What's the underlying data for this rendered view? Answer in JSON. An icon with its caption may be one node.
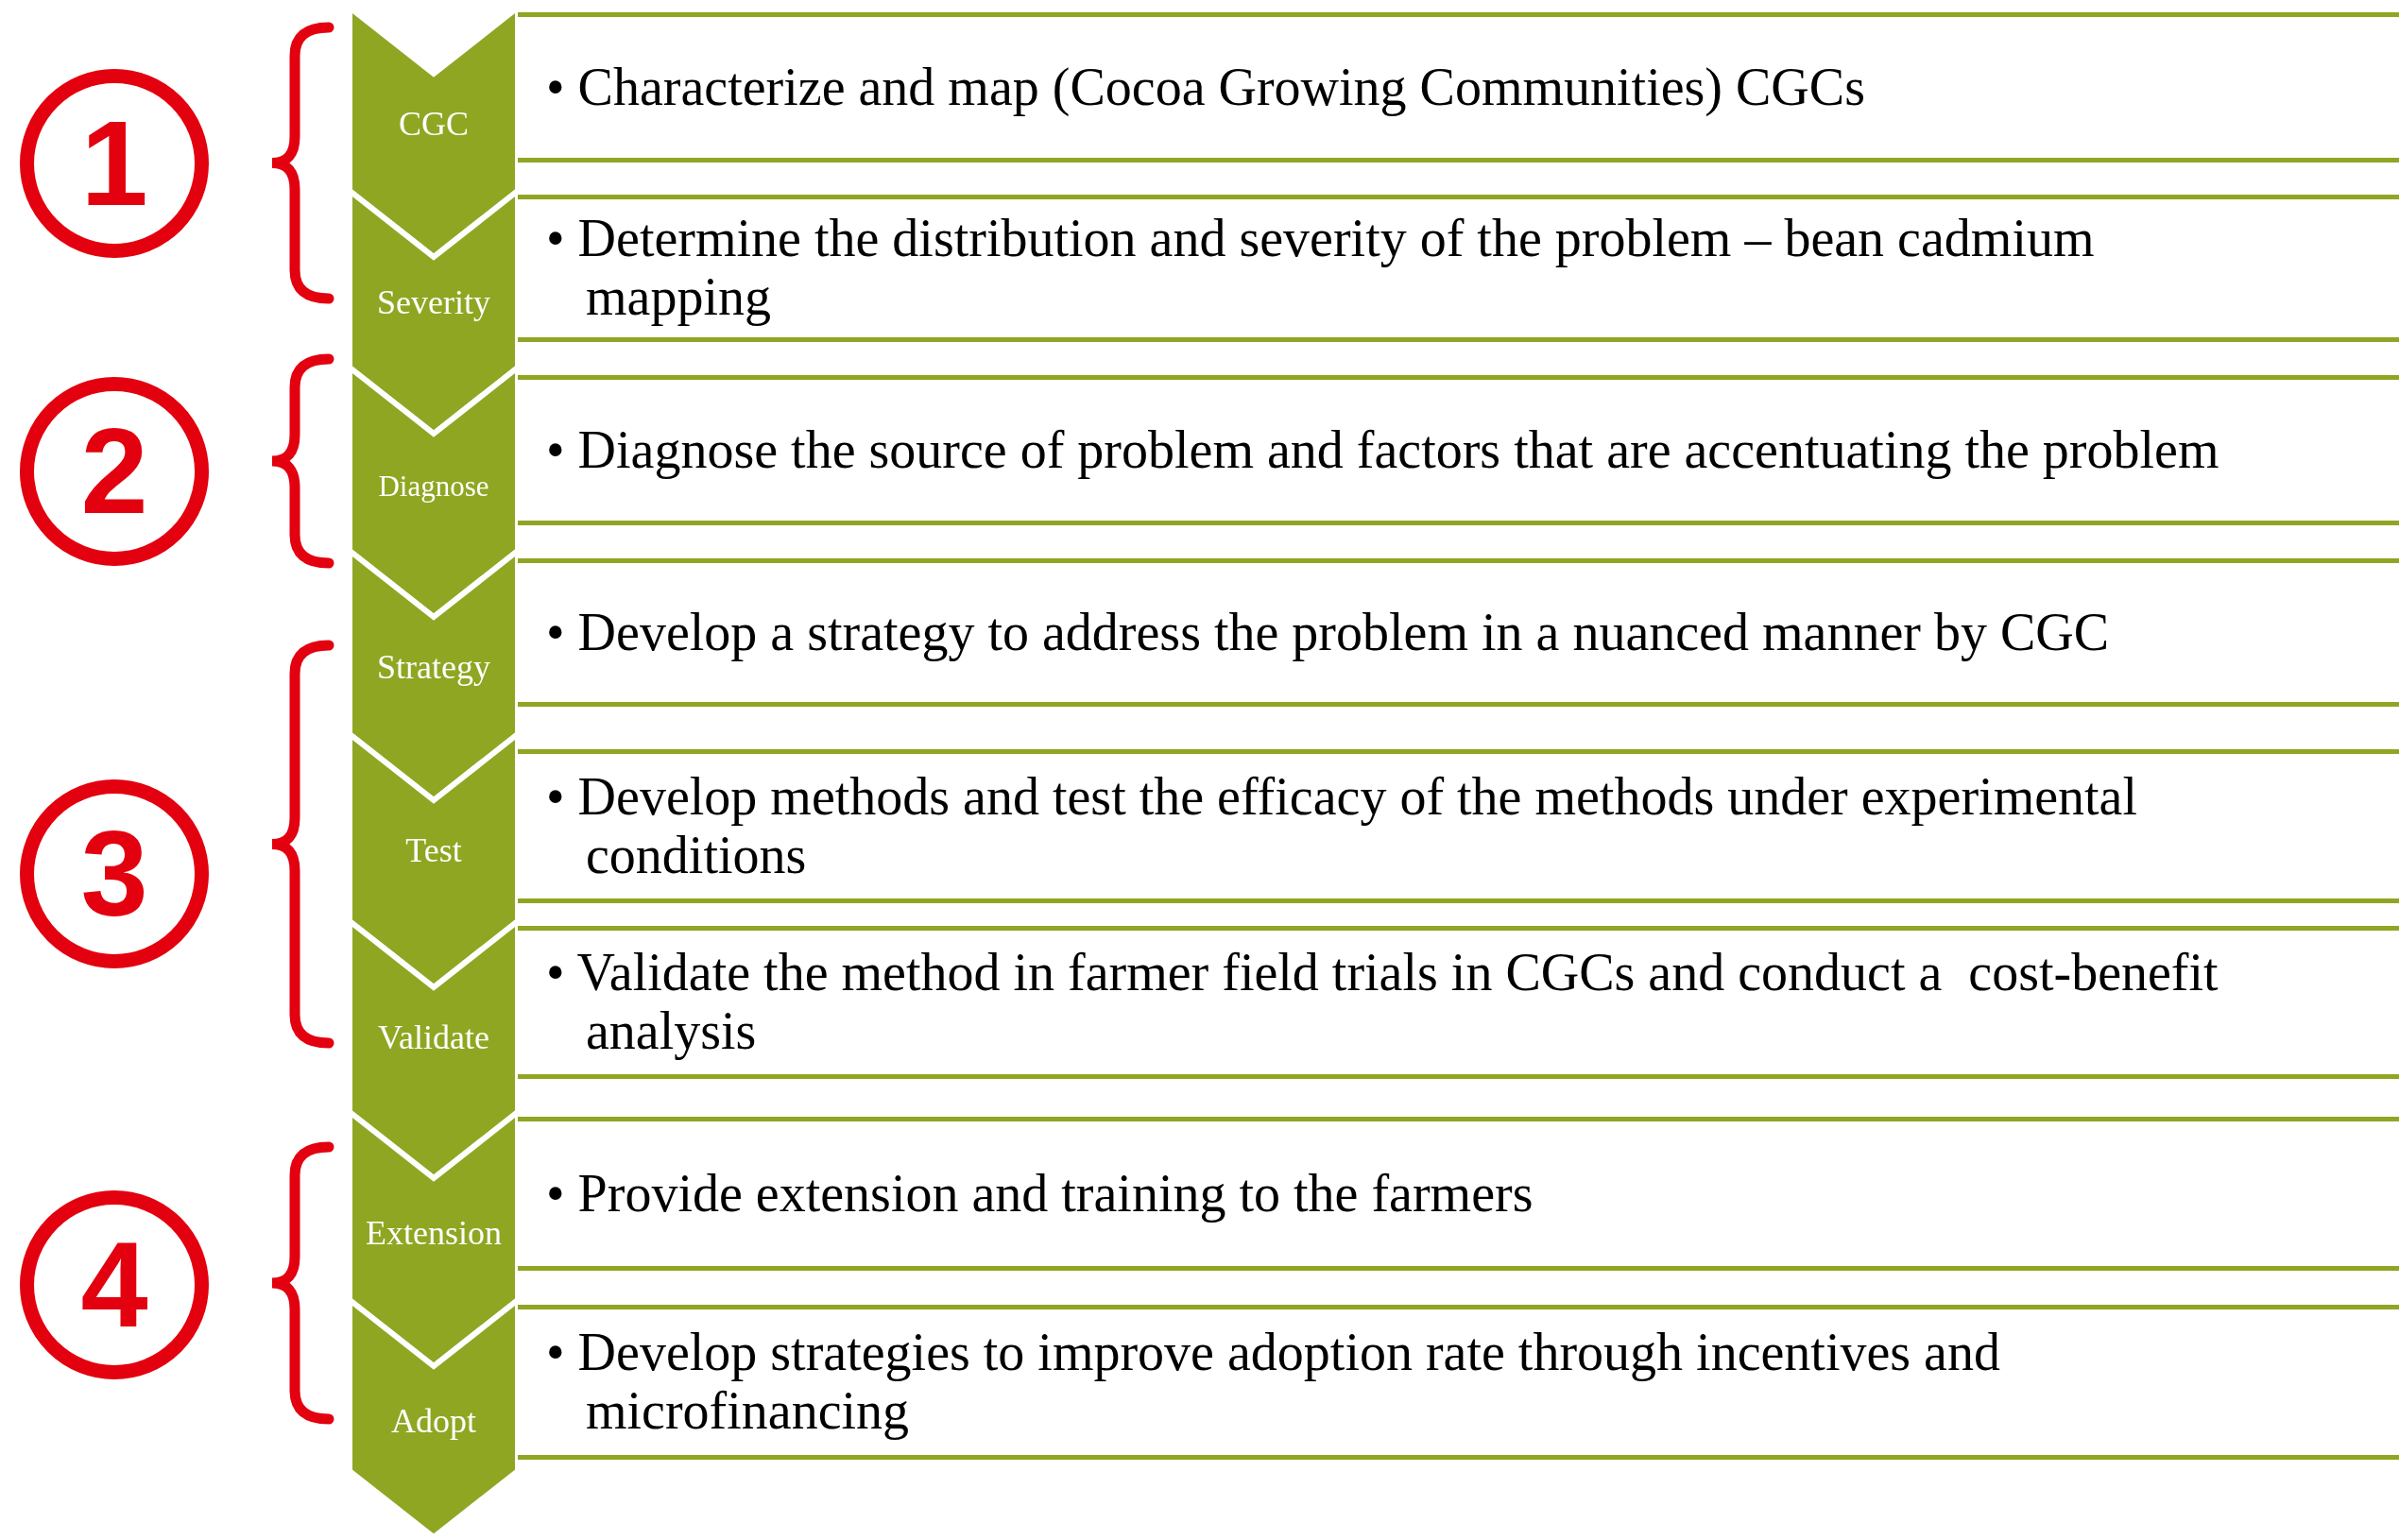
{
  "diagram": {
    "nodes": [
      {
        "text": [
          "1"
        ]
      },
      {
        "text": [
          "CGC"
        ]
      },
      {
        "text": [
          "• Characterize and map (Cocoa Growing Communities) CGCs"
        ]
      },
      {
        "text": [
          "Severity"
        ]
      },
      {
        "text": [
          "• Determine the distribution and severity of the problem – bean cadmium mapping"
        ]
      },
      {
        "text": [
          "2"
        ]
      },
      {
        "text": [
          "Diagnose"
        ]
      },
      {
        "text": [
          "• Diagnose the source of problem and factors that are accentuating the problem"
        ]
      },
      {
        "text": [
          "3"
        ]
      },
      {
        "text": [
          "Strategy"
        ]
      },
      {
        "text": [
          "• Develop a strategy to address the problem in a nuanced manner by CGC"
        ]
      },
      {
        "text": [
          "Test"
        ]
      },
      {
        "text": [
          "• Develop methods and test the efficacy of the methods under experimental conditions"
        ]
      },
      {
        "text": [
          "Validate"
        ]
      },
      {
        "text": [
          "• Validate the method in farmer field trials in CGCs and conduct a  cost-benefit analysis"
        ]
      },
      {
        "text": [
          "4"
        ]
      },
      {
        "text": [
          "Extension"
        ]
      },
      {
        "text": [
          "• Provide extension and training to the farmers"
        ]
      },
      {
        "text": [
          "Adopt"
        ]
      },
      {
        "text": [
          "• Develop strategies to improve adoption rate through incentives and microfinancing"
        ]
      }
    ],
    "edges": []
  }
}
